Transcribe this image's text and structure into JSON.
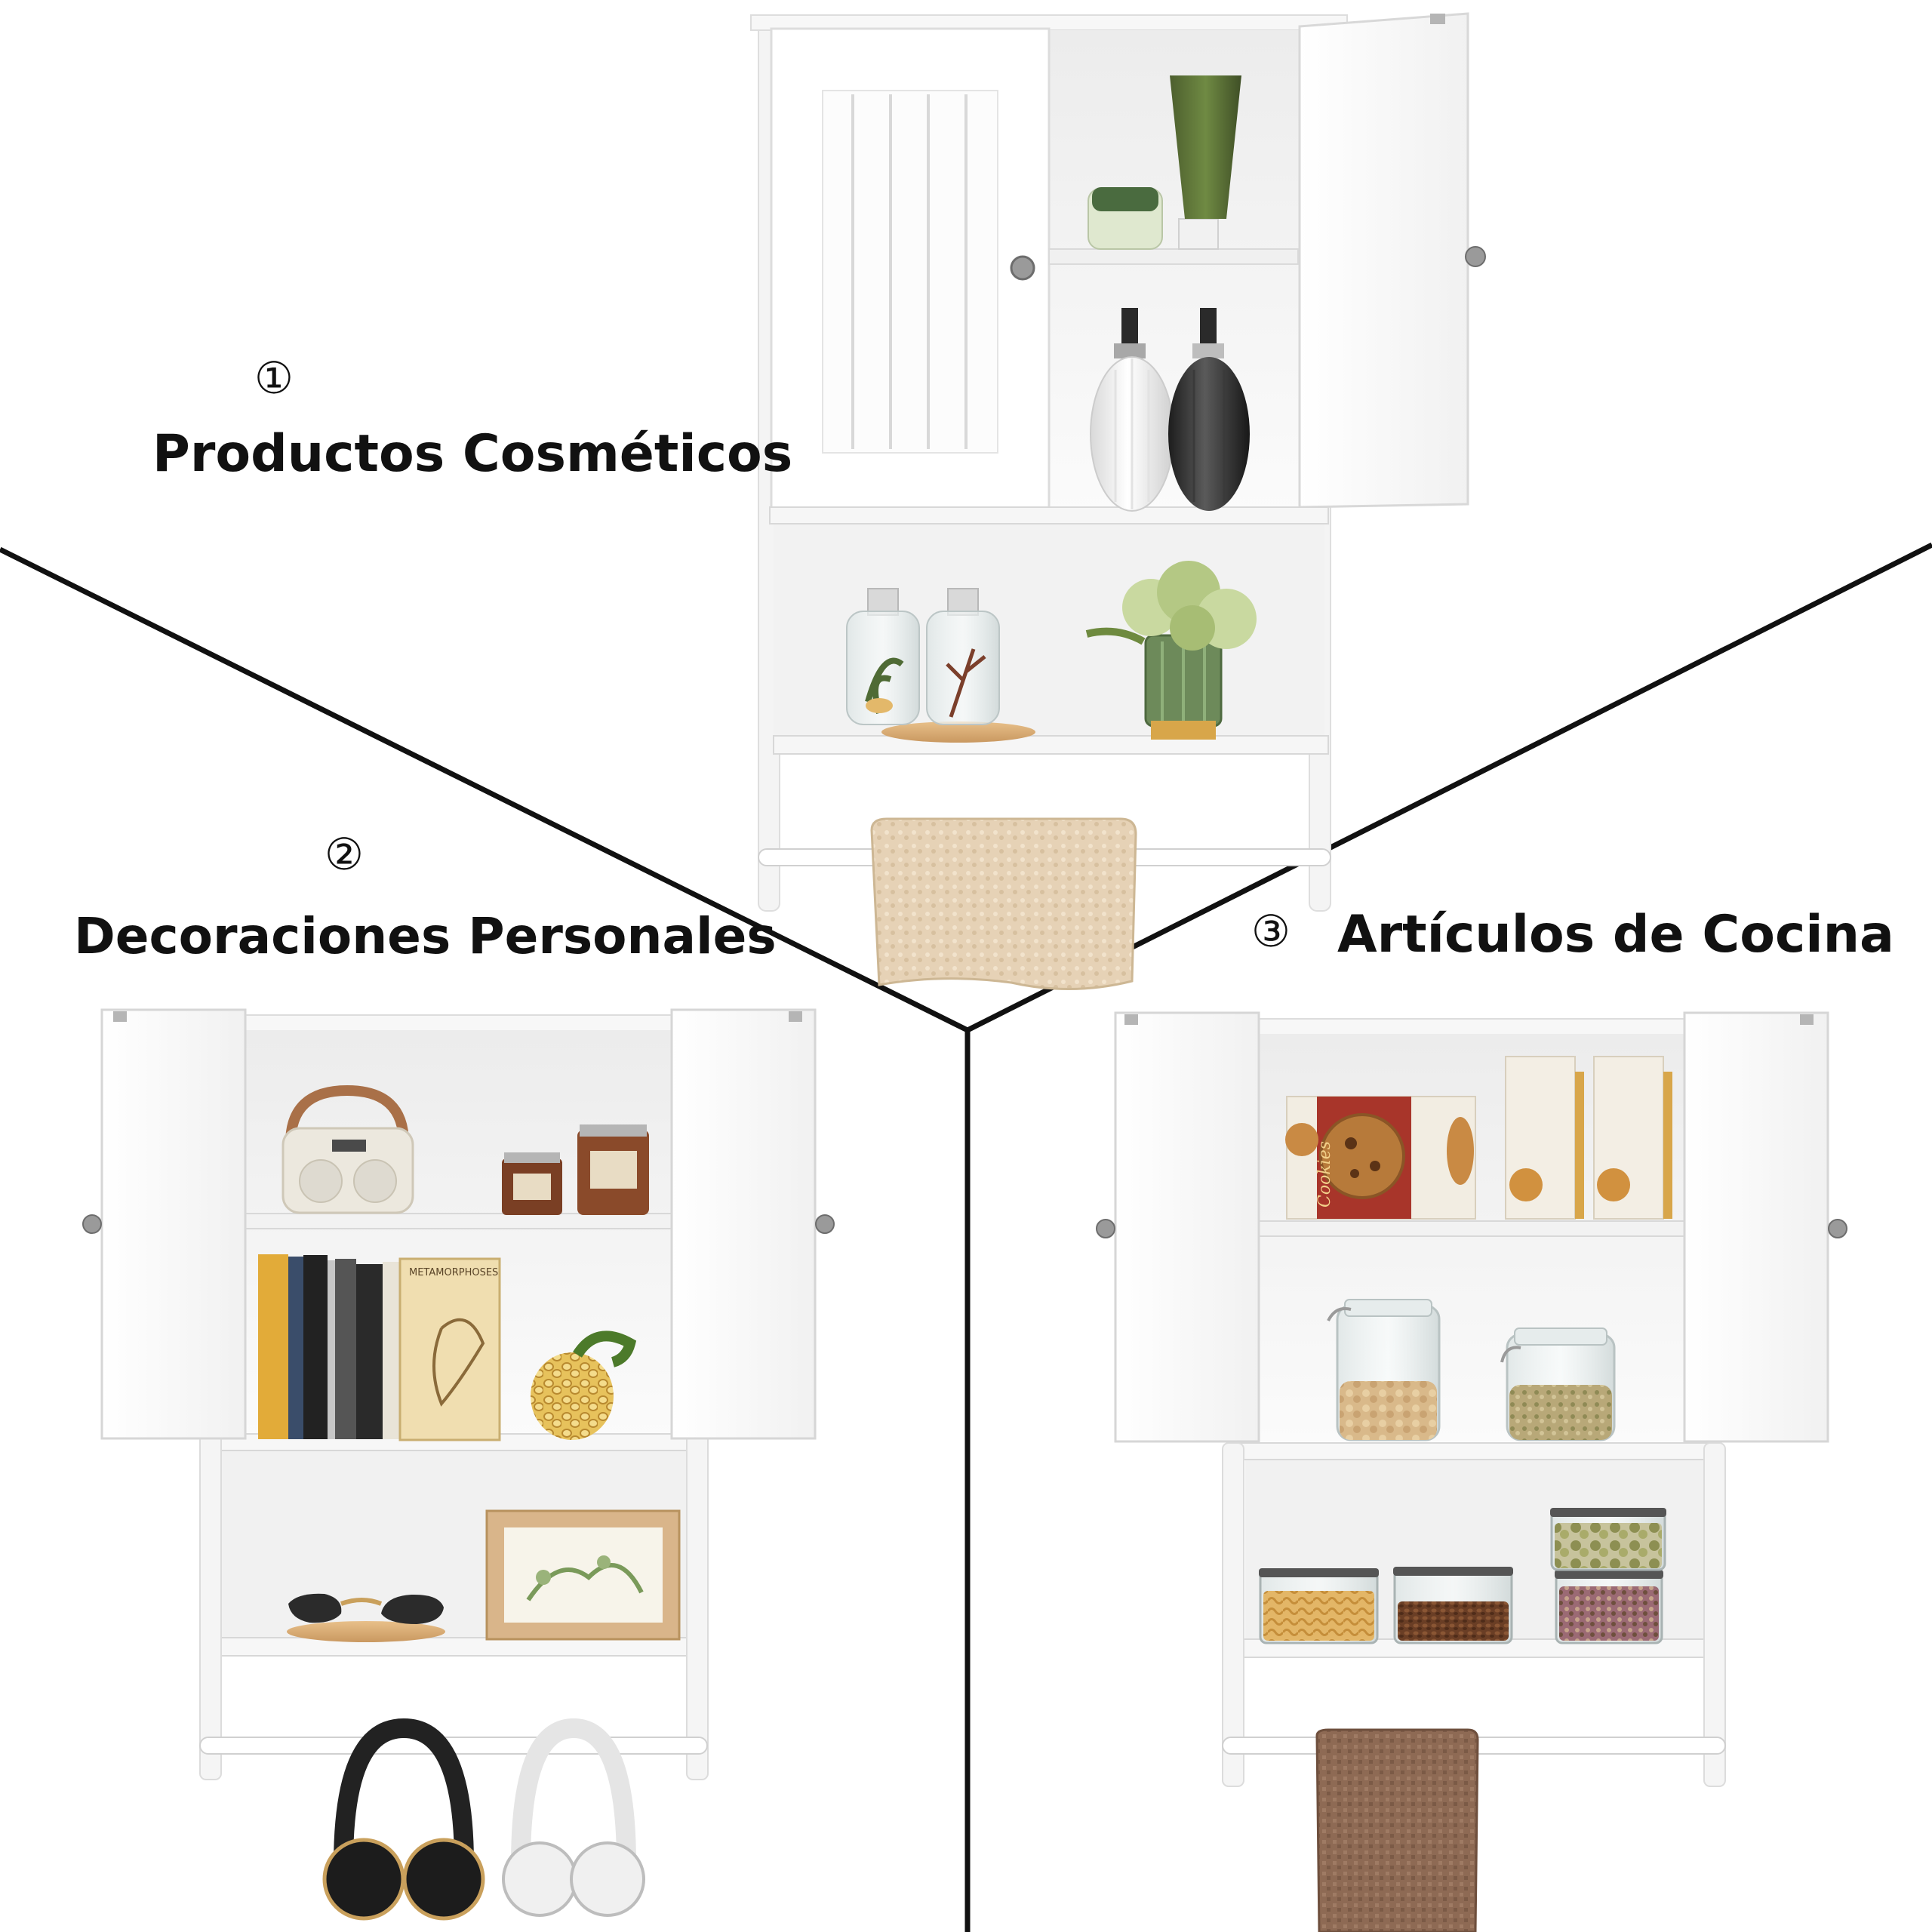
{
  "section_1": {
    "number": "①",
    "title": "Productos Cosméticos"
  },
  "section_2": {
    "number": "②",
    "title": "Decoraciones Personales"
  },
  "section_3": {
    "number": "③",
    "title": "Artículos de Cocina"
  },
  "book_spine_text": "METAMORPHOSES",
  "cookie_box_text": "Cookies",
  "colors": {
    "divider": "#111111",
    "cabinet": "#fafafa",
    "shadow": "#e2e2e2",
    "towel_beige": "#e6d2b6",
    "towel_brown": "#8e6a54",
    "plant_green": "#8fa35e",
    "jar_gold": "#d8a64a"
  }
}
